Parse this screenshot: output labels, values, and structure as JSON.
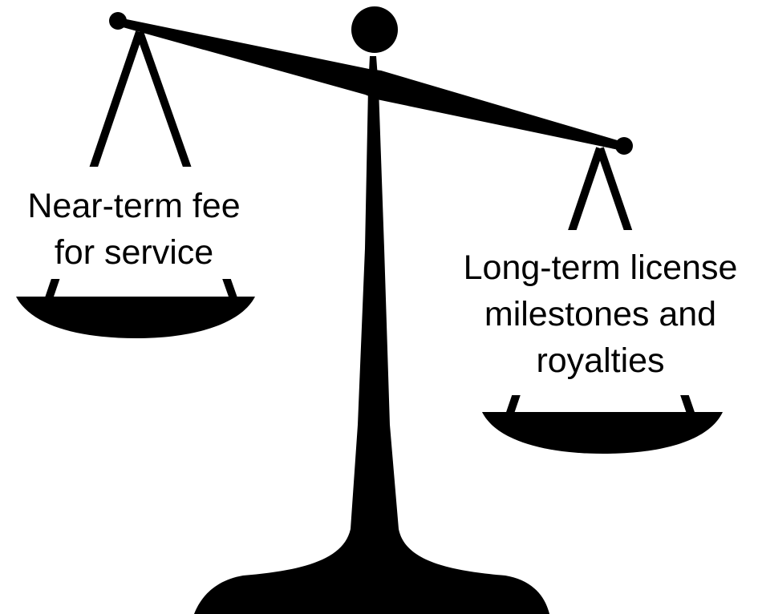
{
  "diagram": {
    "ink_color": "#000000",
    "background_color": "#ffffff",
    "icon": "balance-scale-icon",
    "left_pan": {
      "lines": [
        "Near-term fee",
        "for service"
      ]
    },
    "right_pan": {
      "lines": [
        "Long-term license",
        "milestones and",
        "royalties"
      ]
    }
  }
}
